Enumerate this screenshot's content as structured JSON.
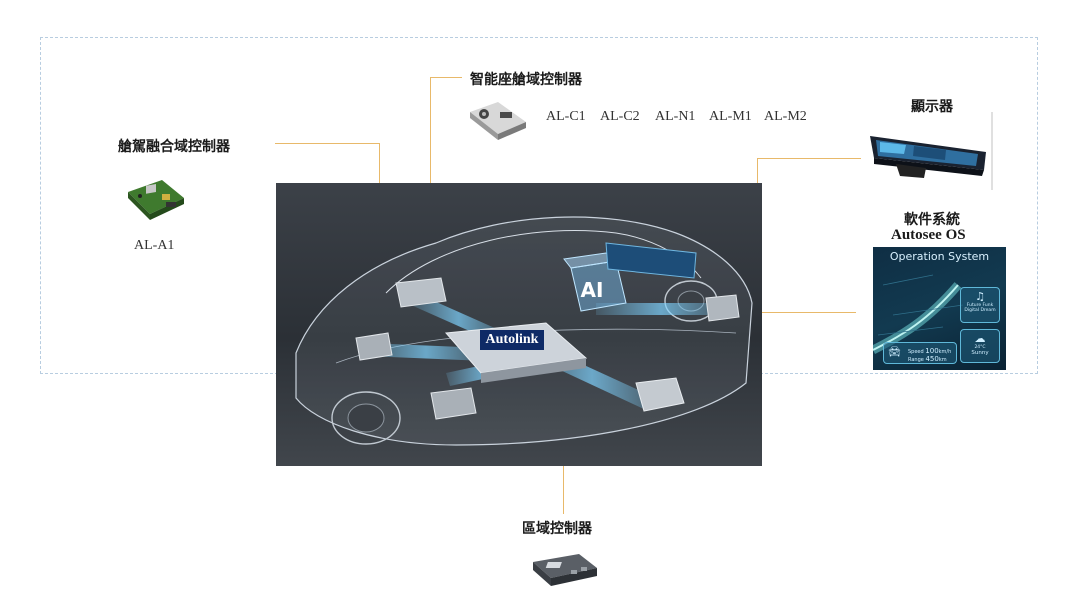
{
  "headings": {
    "cockpit_driving": "艙駕融合域控制器",
    "smart_cabin": "智能座艙域控制器",
    "display": "顯示器",
    "software_line1": "軟件系統",
    "software_line2": "Autosee OS",
    "zone": "區域控制器"
  },
  "models": {
    "cockpit_driving": "AL-A1",
    "smart_cabin": [
      "AL-C1",
      "AL-C2",
      "AL-N1",
      "AL-M1",
      "AL-M2"
    ]
  },
  "car": {
    "autolink_label": "Autolink",
    "ai_label": "AI"
  },
  "os_screen": {
    "title": "Operation System",
    "music_line1": "Future Funk",
    "music_line2": "Digital Dream",
    "speed_label": "Speed",
    "speed_value": "100",
    "speed_unit": "km/h",
    "range_label": "Range",
    "range_value": "450",
    "range_unit": "km",
    "weather_temp": "24°C",
    "weather_text": "Sunny"
  },
  "colors": {
    "connector": "#e8b96a",
    "frame": "#b8cde0",
    "autolink_bg": "#0e2a66",
    "data_flow": "#7fd3ff"
  }
}
